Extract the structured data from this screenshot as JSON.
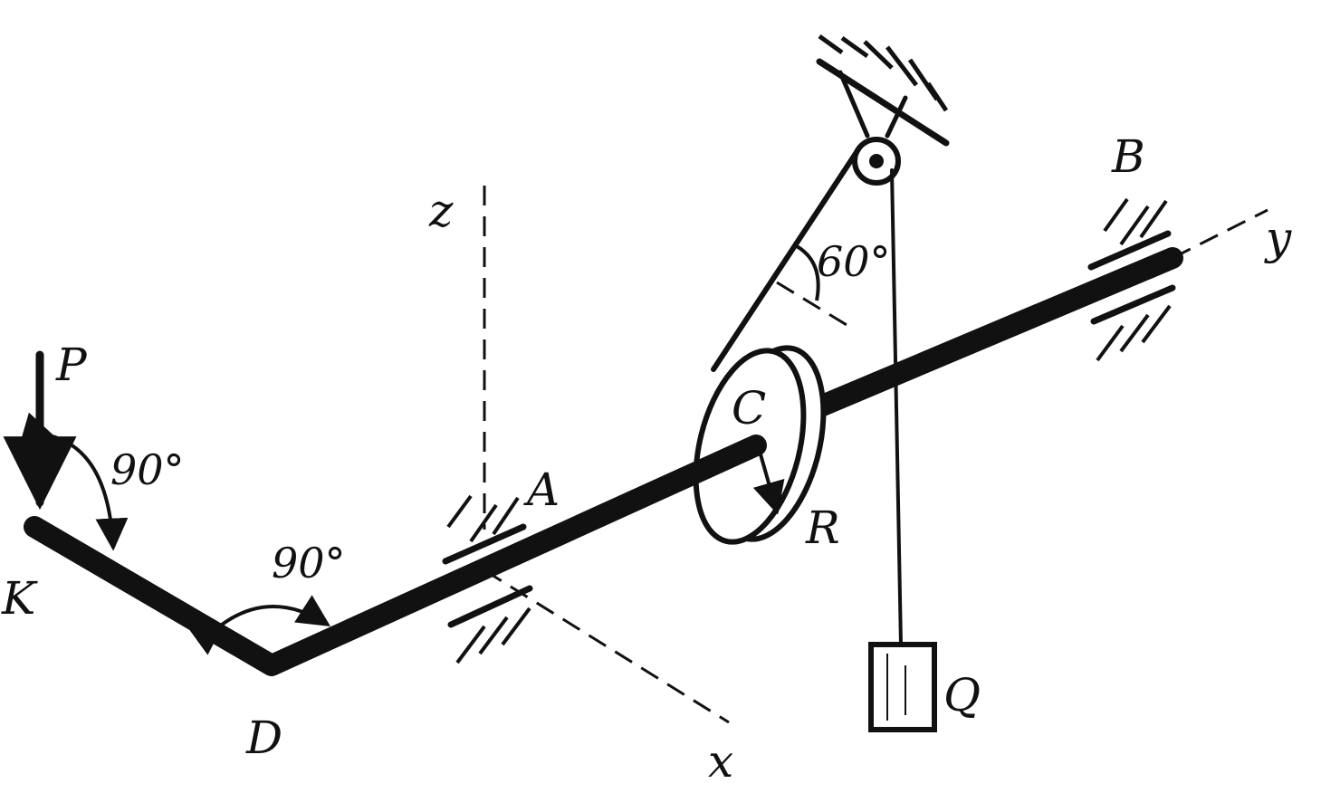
{
  "labels": {
    "z": "z",
    "x": "x",
    "y": "y",
    "A": "A",
    "B": "B",
    "C": "C",
    "D": "D",
    "K": "K",
    "P": "P",
    "Q": "Q",
    "R": "R"
  },
  "angles": {
    "pulley": "60°",
    "k_bend": "90°",
    "d_bend": "90°"
  }
}
